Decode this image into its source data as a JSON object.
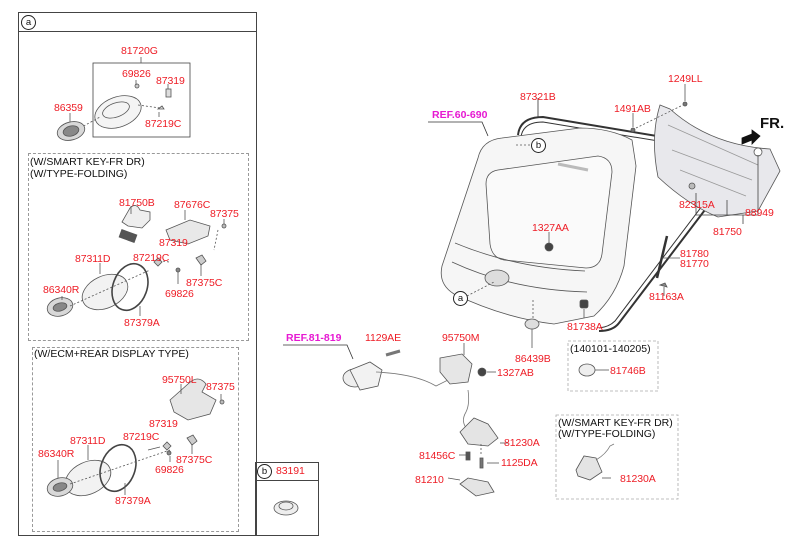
{
  "diagram": {
    "orientation_marker": "FR.",
    "references": {
      "ref_glass": "REF.60-690",
      "ref_actuator": "REF.81-819"
    },
    "callout_markers": {
      "a": "a",
      "b": "b"
    },
    "panel_a": {
      "marker": "a",
      "top_group": {
        "labels": {
          "p1": "81720G",
          "p2": "69826",
          "p3": "87319",
          "p4": "86359",
          "p5": "87219C"
        }
      },
      "smart_key_group": {
        "caption_line1": "(W/SMART KEY-FR DR)",
        "caption_line2": "(W/TYPE-FOLDING)",
        "labels": {
          "p1": "81750B",
          "p2": "87676C",
          "p3": "87375",
          "p4": "87311D",
          "p5": "87319",
          "p6": "87219C",
          "p7": "86340R",
          "p8": "87375C",
          "p9": "69826",
          "p10": "87379A"
        }
      },
      "ecm_group": {
        "caption": "(W/ECM+REAR DISPLAY TYPE)",
        "labels": {
          "p1": "95750L",
          "p2": "87375",
          "p3": "87319",
          "p4": "87311D",
          "p5": "87219C",
          "p6": "86340R",
          "p7": "87375C",
          "p8": "69826",
          "p9": "87379A"
        }
      }
    },
    "panel_b": {
      "marker": "b",
      "part": "83191"
    },
    "main": {
      "labels": {
        "weatherstrip": "87321B",
        "bolt_1249": "1249LL",
        "clip_1491": "1491AB",
        "nut_1327aa": "1327AA",
        "fastener_82315": "82315A",
        "clip_88949": "88949",
        "trim": "81750",
        "lifter_r": "81780",
        "lifter_l": "81770",
        "bracket_81163": "81163A",
        "bumper_81738": "81738A",
        "bolt_1129": "1129AE",
        "camera_95750m": "95750M",
        "nut_1327ab": "1327AB",
        "cover_86439": "86439B",
        "latch_81230": "81230A",
        "bolt_81456": "81456C",
        "bolt_1125": "1125DA",
        "striker_81210": "81210"
      },
      "date_group": {
        "caption": "(140101-140205)",
        "part": "81746B"
      },
      "smart_key_latch_group": {
        "caption_line1": "(W/SMART KEY-FR DR)",
        "caption_line2": "(W/TYPE-FOLDING)",
        "part": "81230A"
      }
    },
    "colors": {
      "part_label": "#ee1c25",
      "reference": "#e619d2",
      "line": "#333333"
    }
  }
}
